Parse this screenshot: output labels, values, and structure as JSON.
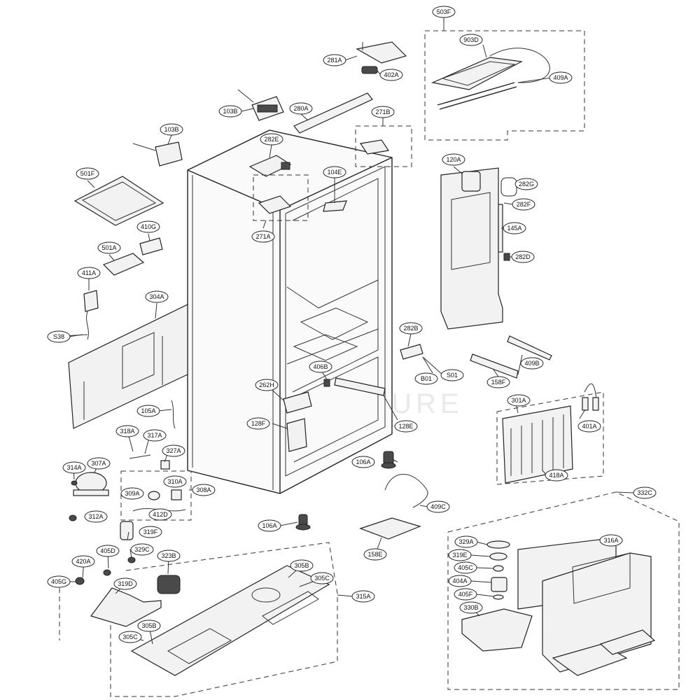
{
  "watermark": "LESTRUCTURE",
  "callouts": [
    {
      "id": "c503F",
      "label": "503F"
    },
    {
      "id": "c903D",
      "label": "903D"
    },
    {
      "id": "c409A",
      "label": "409A"
    },
    {
      "id": "c281A",
      "label": "281A"
    },
    {
      "id": "c402A",
      "label": "402A"
    },
    {
      "id": "c103B_a",
      "label": "103B"
    },
    {
      "id": "c280A",
      "label": "280A"
    },
    {
      "id": "c271B",
      "label": "271B"
    },
    {
      "id": "c103B_b",
      "label": "103B"
    },
    {
      "id": "c282E",
      "label": "282E"
    },
    {
      "id": "c104E",
      "label": "104E"
    },
    {
      "id": "c271A",
      "label": "271A"
    },
    {
      "id": "c501F",
      "label": "501F"
    },
    {
      "id": "c410G",
      "label": "410G"
    },
    {
      "id": "c501A",
      "label": "501A"
    },
    {
      "id": "c411A",
      "label": "411A"
    },
    {
      "id": "c304A",
      "label": "304A"
    },
    {
      "id": "cS38",
      "label": "S38"
    },
    {
      "id": "c120A",
      "label": "120A"
    },
    {
      "id": "c282G",
      "label": "282G"
    },
    {
      "id": "c282F",
      "label": "282F"
    },
    {
      "id": "c145A",
      "label": "145A"
    },
    {
      "id": "c282D",
      "label": "282D"
    },
    {
      "id": "c282B",
      "label": "282B"
    },
    {
      "id": "cS01",
      "label": "S01"
    },
    {
      "id": "cB01",
      "label": "B01"
    },
    {
      "id": "c409B",
      "label": "409B"
    },
    {
      "id": "c158F",
      "label": "158F"
    },
    {
      "id": "c406B",
      "label": "406B"
    },
    {
      "id": "c262H",
      "label": "262H"
    },
    {
      "id": "c105A",
      "label": "105A"
    },
    {
      "id": "c128F",
      "label": "128F"
    },
    {
      "id": "c128E",
      "label": "128E"
    },
    {
      "id": "c301A",
      "label": "301A"
    },
    {
      "id": "c401A",
      "label": "401A"
    },
    {
      "id": "c418A",
      "label": "418A"
    },
    {
      "id": "c318A",
      "label": "318A"
    },
    {
      "id": "c317A",
      "label": "317A"
    },
    {
      "id": "c327A",
      "label": "327A"
    },
    {
      "id": "c314A",
      "label": "314A"
    },
    {
      "id": "c307A",
      "label": "307A"
    },
    {
      "id": "c310A",
      "label": "310A"
    },
    {
      "id": "c308A",
      "label": "308A"
    },
    {
      "id": "c309A",
      "label": "309A"
    },
    {
      "id": "c412D",
      "label": "412D"
    },
    {
      "id": "c312A",
      "label": "312A"
    },
    {
      "id": "c106A_a",
      "label": "106A"
    },
    {
      "id": "c409C",
      "label": "409C"
    },
    {
      "id": "c106A_b",
      "label": "106A"
    },
    {
      "id": "c158E",
      "label": "158E"
    },
    {
      "id": "c332C",
      "label": "332C"
    },
    {
      "id": "c319F",
      "label": "319F"
    },
    {
      "id": "c405D",
      "label": "405D"
    },
    {
      "id": "c329C",
      "label": "329C"
    },
    {
      "id": "c420A",
      "label": "420A"
    },
    {
      "id": "c323B",
      "label": "323B"
    },
    {
      "id": "c405G",
      "label": "405G"
    },
    {
      "id": "c319D",
      "label": "319D"
    },
    {
      "id": "c305B_a",
      "label": "305B"
    },
    {
      "id": "c305C_a",
      "label": "305C"
    },
    {
      "id": "c315A",
      "label": "315A"
    },
    {
      "id": "c305B_b",
      "label": "305B"
    },
    {
      "id": "c305C_b",
      "label": "305C"
    },
    {
      "id": "c329A",
      "label": "329A"
    },
    {
      "id": "c316A",
      "label": "316A"
    },
    {
      "id": "c319E",
      "label": "319E"
    },
    {
      "id": "c405C",
      "label": "405C"
    },
    {
      "id": "c404A",
      "label": "404A"
    },
    {
      "id": "c405F",
      "label": "405F"
    },
    {
      "id": "c330B",
      "label": "330B"
    }
  ]
}
